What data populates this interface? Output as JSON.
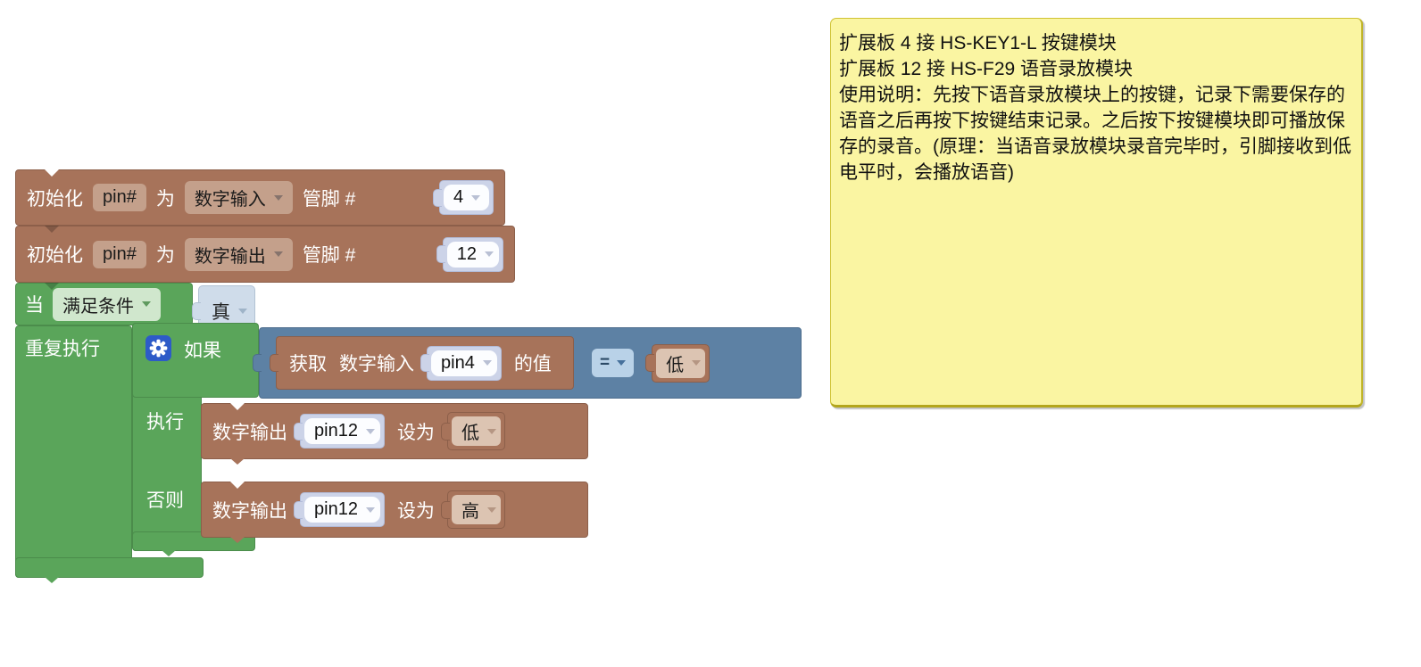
{
  "colors": {
    "block_brown": "#a7735a",
    "block_green": "#5aa55a",
    "block_blue": "#5d81a4",
    "value_block_lavender": "#ccd3e8",
    "boolean_block_lightblue": "#cfdcea",
    "field_light_brown": "#c4a08b",
    "field_light_green": "#d0e7cd",
    "comment_bg": "#faf5a2",
    "comment_border": "#cfc233",
    "gear_bg": "#2d5bc8"
  },
  "program": {
    "init_blocks": [
      {
        "keyword": "初始化",
        "pin_field": "pin#",
        "as": "为",
        "mode": "数字输入",
        "pin_label": "管脚 #",
        "pin_number": "4"
      },
      {
        "keyword": "初始化",
        "pin_field": "pin#",
        "as": "为",
        "mode": "数字输出",
        "pin_label": "管脚 #",
        "pin_number": "12"
      }
    ],
    "when_block": {
      "keyword": "当",
      "condition_dropdown": "满足条件",
      "condition_value": "真",
      "body_label": "重复执行"
    },
    "if_block": {
      "if_label": "如果",
      "do_label": "执行",
      "else_label": "否则"
    },
    "condition": {
      "get_label": "获取",
      "mode": "数字输入",
      "pin": "pin4",
      "value_label": "的值",
      "operator": "=",
      "compare_value": "低"
    },
    "do_statement": {
      "mode": "数字输出",
      "pin": "pin12",
      "set_label": "设为",
      "value": "低"
    },
    "else_statement": {
      "mode": "数字输出",
      "pin": "pin12",
      "set_label": "设为",
      "value": "高"
    }
  },
  "comment": {
    "text": "扩展板 4 接 HS-KEY1-L 按键模块\n扩展板 12 接 HS-F29 语音录放模块\n使用说明：先按下语音录放模块上的按键，记录下需要保存的语音之后再按下按键结束记录。之后按下按键模块即可播放保存的录音。(原理：当语音录放模块录音完毕时，引脚接收到低电平时，会播放语音)"
  }
}
